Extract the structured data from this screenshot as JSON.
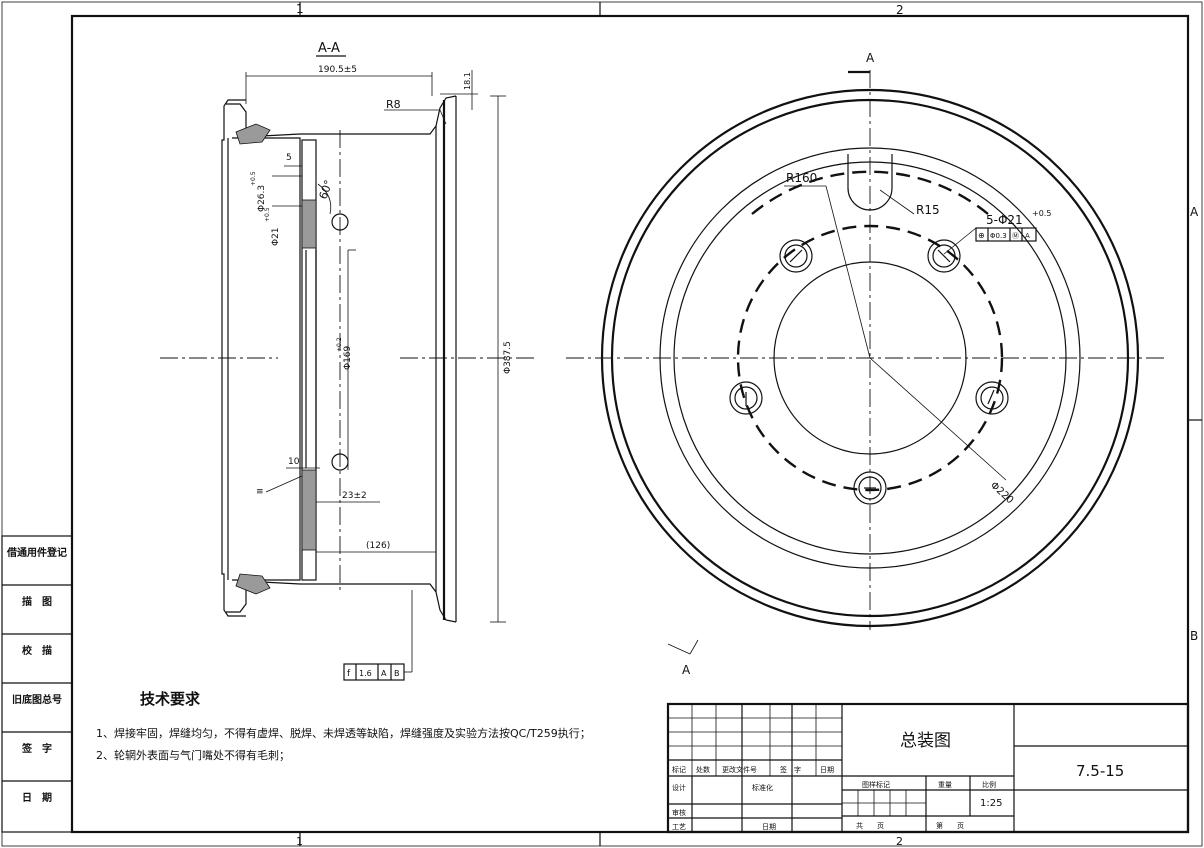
{
  "section": {
    "title": "A-A",
    "dims": {
      "width": "190.5±5",
      "flange_h": "18.1",
      "radius_r8": "R8",
      "d5": "5",
      "d26": "Φ26.3",
      "d26_tol": "+0.5",
      "d21": "Φ21",
      "d21_tol": "+0.5",
      "angle": "60°",
      "bore": "Φ169",
      "bore_tol": "+0.2",
      "outer": "Φ387.5",
      "d10": "10",
      "d23": "23±2",
      "d126": "(126)"
    },
    "gdt": [
      "f",
      "1.6",
      "A",
      "B"
    ],
    "weld_mark": "≡"
  },
  "front_view": {
    "label_a": "A",
    "r160": "R160",
    "r15": "R15",
    "holes": "5-Φ21",
    "holes_tol": "+0.5",
    "hole_gdt": [
      "⊕",
      "Φ0.3",
      "Ⓜ",
      "A"
    ],
    "pcd": "Φ220"
  },
  "grid": {
    "top_1": "1",
    "top_2": "2",
    "right_a": "A",
    "right_b": "B",
    "bottom_1": "1",
    "bottom_2": "2"
  },
  "left_column": [
    "借通用件登记",
    "描　图",
    "校　描",
    "旧底图总号",
    "签　字",
    "日　期"
  ],
  "notes": {
    "title": "技术要求",
    "items": [
      "1、焊接牢固，焊缝均匀，不得有虚焊、脱焊、未焊透等缺陷，焊缝强度及实验方法按QC/T259执行；",
      "2、轮辋外表面与气门嘴处不得有毛刺；"
    ]
  },
  "title_block": {
    "drawing_name": "总装图",
    "drawing_no": "7.5-15",
    "rev_headers": [
      "标记",
      "处数",
      "更改文件号",
      "签　字",
      "日期"
    ],
    "design": "设计",
    "standard": "标准化",
    "review": "审核",
    "process": "工艺",
    "date": "日期",
    "stage": "图样标记",
    "weight": "重量",
    "scale_label": "比例",
    "scale": "1:25",
    "sheet_total": "共　　页",
    "sheet_no": "第　　页"
  }
}
